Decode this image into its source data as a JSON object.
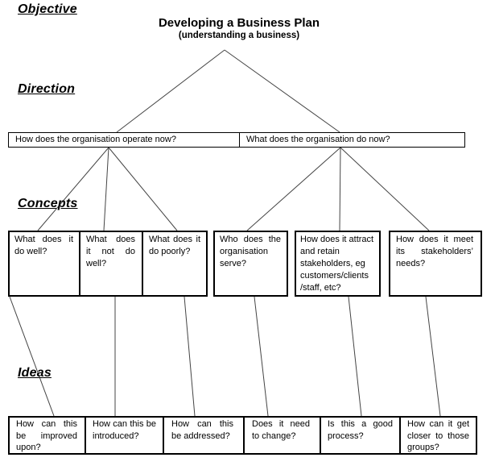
{
  "labels": {
    "objective": "Objective",
    "direction": "Direction",
    "concepts": "Concepts",
    "ideas": "Ideas"
  },
  "title": {
    "main": "Developing a Business Plan",
    "subtitle": "(understanding a business)"
  },
  "direction_boxes": [
    "How does the organisation operate now?",
    "What does the organisation do now?"
  ],
  "concept_boxes": [
    "What does it do well?",
    "What does it not do well?",
    "What does it do poorly?",
    "Who does the organisation serve?",
    "How does it attract and retain stakeholders, eg customers/clients /staff, etc?",
    "How does it meet its stakeholders’ needs?"
  ],
  "idea_boxes": [
    "How can this be improved upon?",
    "How can this be introduced?",
    "How can this be addressed?",
    "Does it need to change?",
    "Is this a good process?",
    "How can it get closer to those groups?"
  ],
  "colors": {
    "background": "#ffffff",
    "text": "#000000",
    "box_border": "#000000",
    "connector": "#444444"
  }
}
